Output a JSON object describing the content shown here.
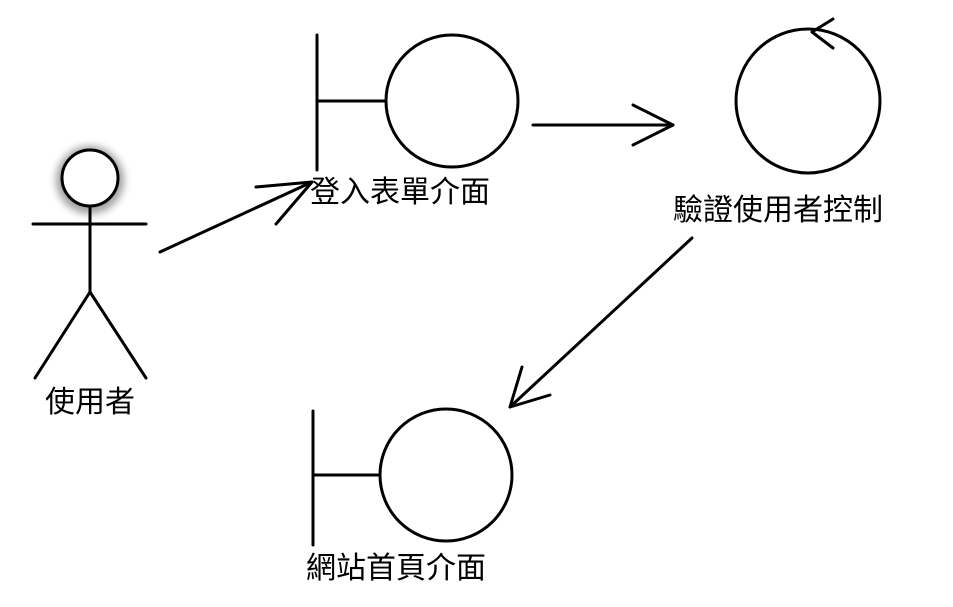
{
  "diagram": {
    "actor": {
      "label": "使用者"
    },
    "login_form": {
      "label": "登入表單介面"
    },
    "verify_control": {
      "label": "驗證使用者控制"
    },
    "home_page": {
      "label": "網站首頁介面"
    }
  }
}
